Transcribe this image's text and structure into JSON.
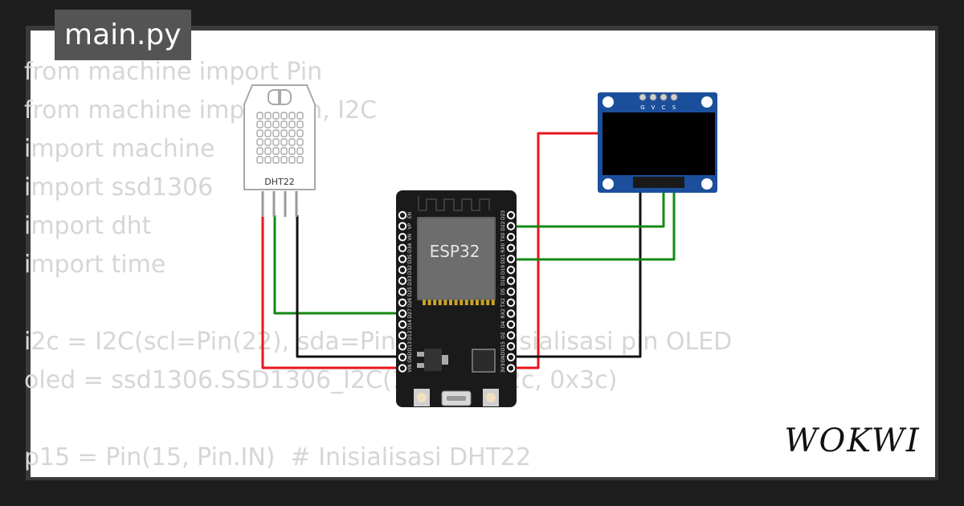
{
  "file_tab": {
    "name": "main.py"
  },
  "editor": {
    "lines": [
      "from machine import Pin",
      "from machine import Pin, I2C",
      "import machine",
      "import ssd1306",
      "import dht",
      "import time",
      "",
      "i2c = I2C(scl=Pin(22), sda=Pin(21)) # Inisialisasi pin OLED",
      "oled = ssd1306.SSD1306_I2C(128, 64, i2c, 0x3c)",
      "",
      "p15 = Pin(15, Pin.IN)  # Inisialisasi DHT22"
    ]
  },
  "components": {
    "dht_label": "DHT22",
    "esp_label": "ESP32",
    "oled_pins": [
      "G",
      "V",
      "C",
      "S"
    ],
    "esp_left_pins": [
      "EN",
      "VP",
      "VN",
      "D34",
      "D35",
      "D32",
      "D33",
      "D25",
      "D26",
      "D27",
      "D14",
      "D12",
      "D13",
      "GND",
      "VIN"
    ],
    "esp_right_pins": [
      "D23",
      "D22",
      "TX0",
      "RX0",
      "D21",
      "D19",
      "D18",
      "D5",
      "TX2",
      "RX2",
      "D4",
      "D2",
      "D15",
      "GND",
      "3V3"
    ]
  },
  "brand": {
    "name": "WOKWI"
  },
  "colors": {
    "wire_red": "#e8161b",
    "wire_green": "#138a13",
    "wire_black": "#111111",
    "esp_board": "#1a1a1a",
    "oled_board": "#1b4f9c"
  }
}
